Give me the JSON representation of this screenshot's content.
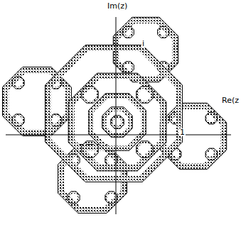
{
  "diagram": {
    "labels": [
      "Im(z)",
      "Re(z",
      "i",
      "1"
    ]
  }
}
